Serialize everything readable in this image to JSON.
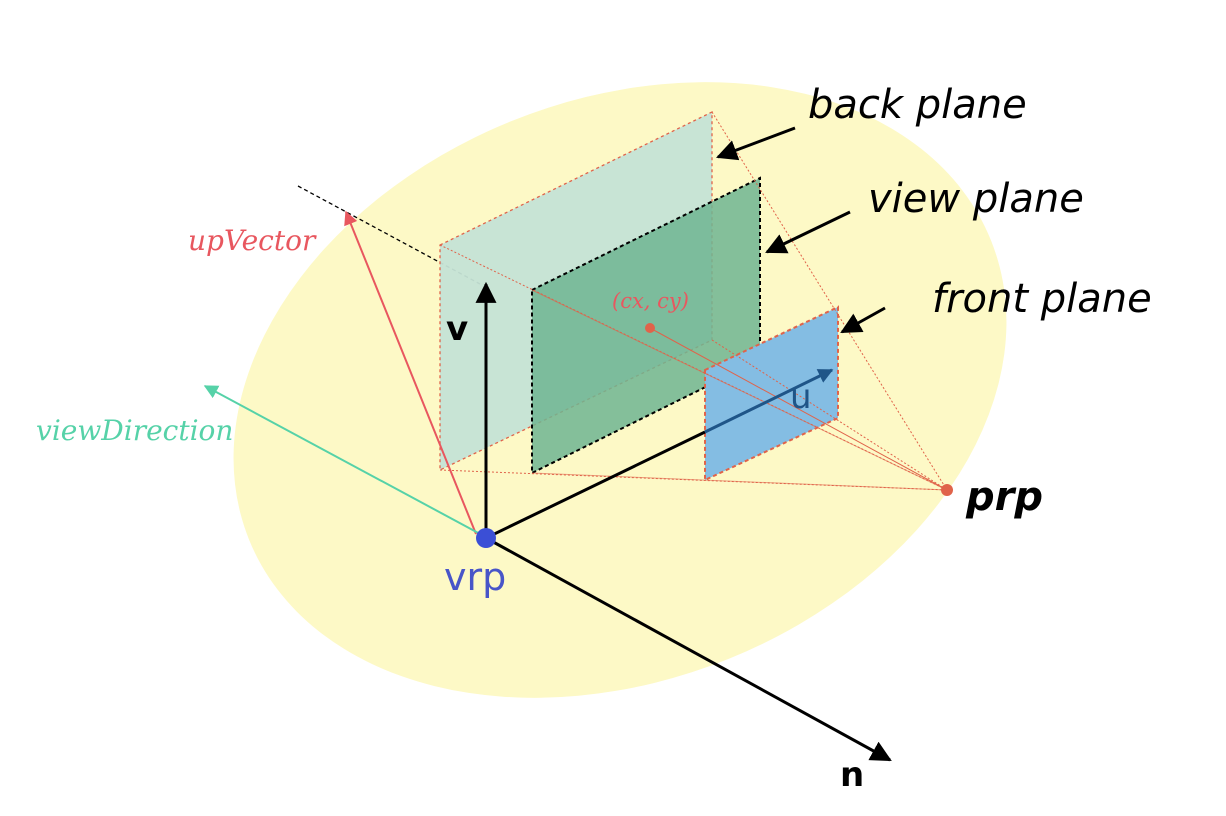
{
  "labels": {
    "back_plane": "back plane",
    "view_plane": "view plane",
    "front_plane": "front plane",
    "up_vector": "upVector",
    "view_direction": "viewDirection",
    "center": "(cx, cy)",
    "v_axis": "v",
    "u_axis": "u",
    "n_axis": "n",
    "vrp": "vrp",
    "prp": "prp"
  },
  "colors": {
    "ellipse_fill": "#fdf9c6",
    "back_plane_fill": "#c5e3d6",
    "view_plane_fill": "#6fb592",
    "front_plane_fill": "#84bde3",
    "outline_red": "#e0634a",
    "up_vector": "#e8575f",
    "view_direction": "#56d2a8",
    "vrp_dot": "#3b4fd6",
    "vrp_text": "#4855c8",
    "u_arrow": "#1f5588",
    "axis": "#000000"
  }
}
